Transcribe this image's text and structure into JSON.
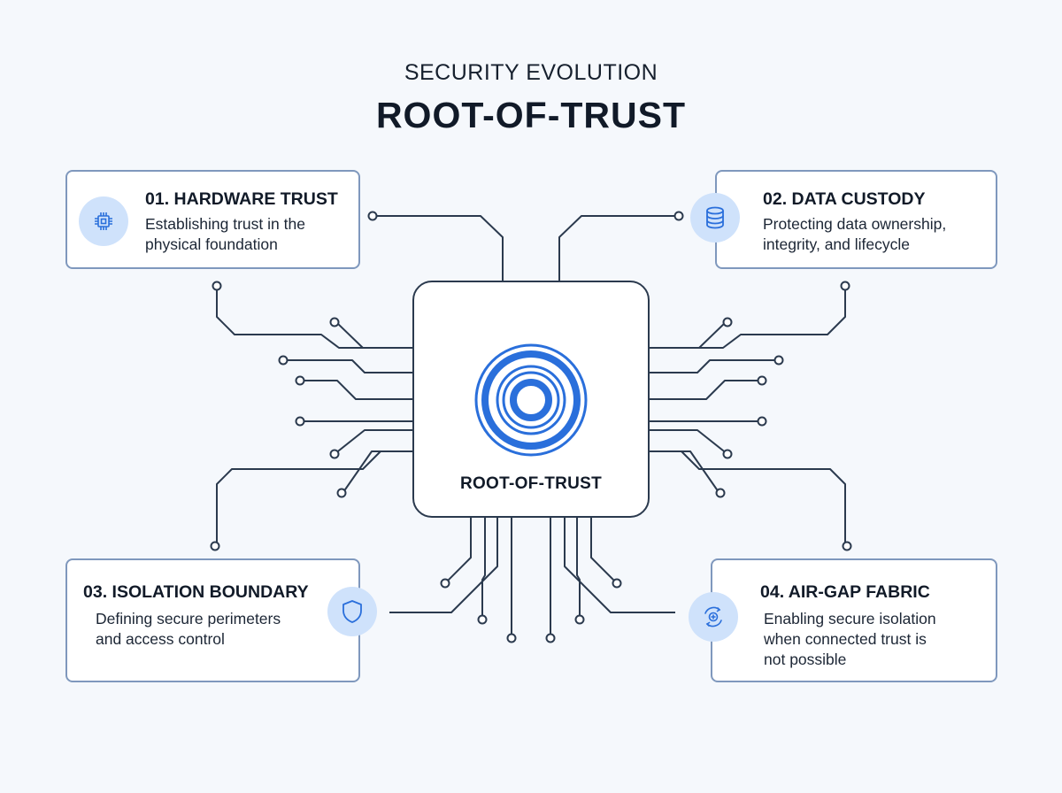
{
  "header": {
    "subtitle": "SECURITY EVOLUTION",
    "title": "ROOT-OF-TRUST"
  },
  "chip": {
    "label": "ROOT-OF-TRUST",
    "icon": "concentric-rings-icon"
  },
  "cards": [
    {
      "id": "hardware-trust",
      "title": "01. HARDWARE TRUST",
      "desc_lines": [
        "Establishing trust in the",
        "physical foundation"
      ],
      "icon": "chip-icon"
    },
    {
      "id": "data-custody",
      "title": "02. DATA CUSTODY",
      "desc_lines": [
        "Protecting data ownership,",
        "integrity, and lifecycle"
      ],
      "icon": "database-icon"
    },
    {
      "id": "isolation-boundary",
      "title": "03. ISOLATION BOUNDARY",
      "desc_lines": [
        "Defining secure perimeters",
        "and access control"
      ],
      "icon": "shield-icon"
    },
    {
      "id": "air-gap-fabric",
      "title": "04. AIR-GAP FABRIC",
      "desc_lines": [
        "Enabling secure isolation",
        "when connected trust is",
        "not possible"
      ],
      "icon": "air-gap-icon"
    }
  ],
  "colors": {
    "accent": "#2a6fdb",
    "icon_bg": "#cfe2fb",
    "card_border": "#7f98bd",
    "line": "#2b3a4e",
    "background": "#f5f8fc"
  }
}
